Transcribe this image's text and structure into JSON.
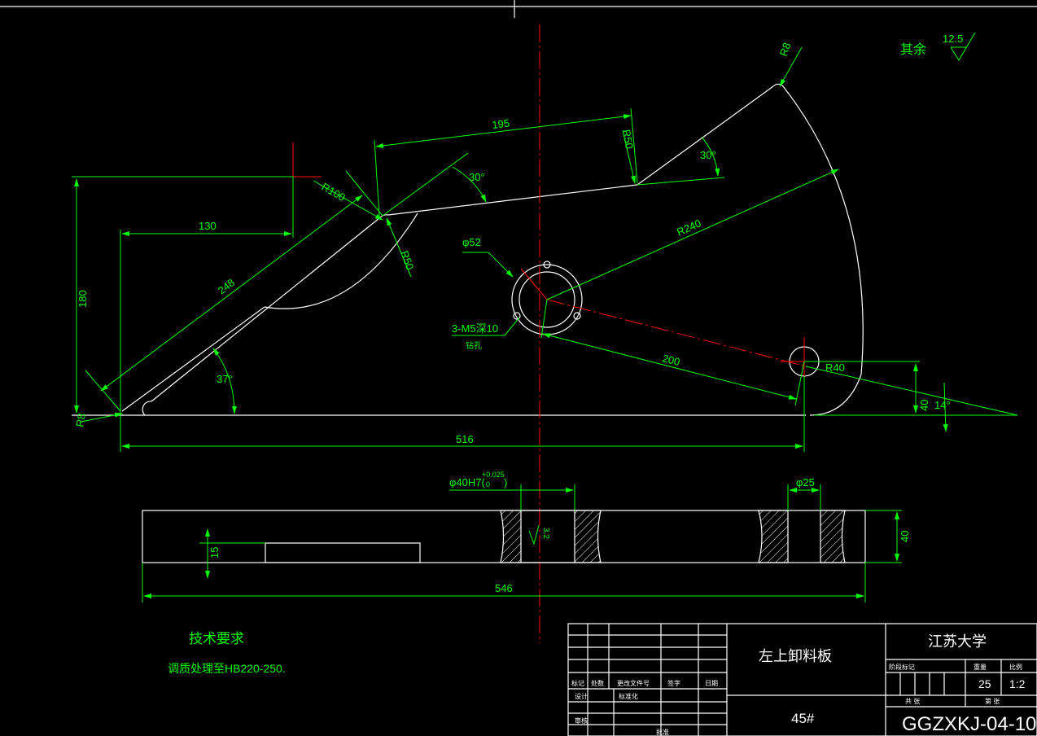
{
  "dimensions": {
    "r_top_left": "R8",
    "length_130": "130",
    "r100": "R100",
    "length_195": "195",
    "r50_top": "R50",
    "angle_30_a": "30°",
    "angle_30_b": "30°",
    "r8_top_right": "R8",
    "height_180": "180",
    "length_248": "248",
    "r50_mid": "R50",
    "phi52": "φ52",
    "r240": "R240",
    "holes": "3-M5深10",
    "holes_sub": "钻孔",
    "length_200": "200",
    "angle_37": "37°",
    "r40": "R40",
    "height_40_right": "40",
    "angle_14": "14°",
    "length_516": "516",
    "bore_tol": "φ40H7(",
    "bore_tol_sup": "+0.025",
    "bore_tol_sub": "0",
    "bore_tol_close": ")",
    "phi25": "φ25",
    "surface_32": "3.2",
    "depth_15": "15",
    "thickness_40": "40",
    "length_546": "546"
  },
  "surface_finish": {
    "label": "其余",
    "value": "12.5"
  },
  "tech_req": {
    "title": "技术要求",
    "line1": "调质处理至HB220-250."
  },
  "title_block": {
    "part_name": "左上卸料板",
    "school": "江苏大学",
    "material": "45#",
    "quantity": "25",
    "scale": "1:2",
    "drawing_no": "GGZXKJ-04-10",
    "h_mark": "标记",
    "h_count": "处数",
    "h_file": "更改文件号",
    "h_sign": "签字",
    "h_date": "日期",
    "h_design": "设计",
    "h_std": "标准化",
    "h_review": "审核",
    "h_approve": "批准",
    "h_stage": "阶段标记",
    "h_weight": "重量",
    "h_scale": "比例",
    "h_sheets": "共 张",
    "h_sheet": "第 张"
  }
}
